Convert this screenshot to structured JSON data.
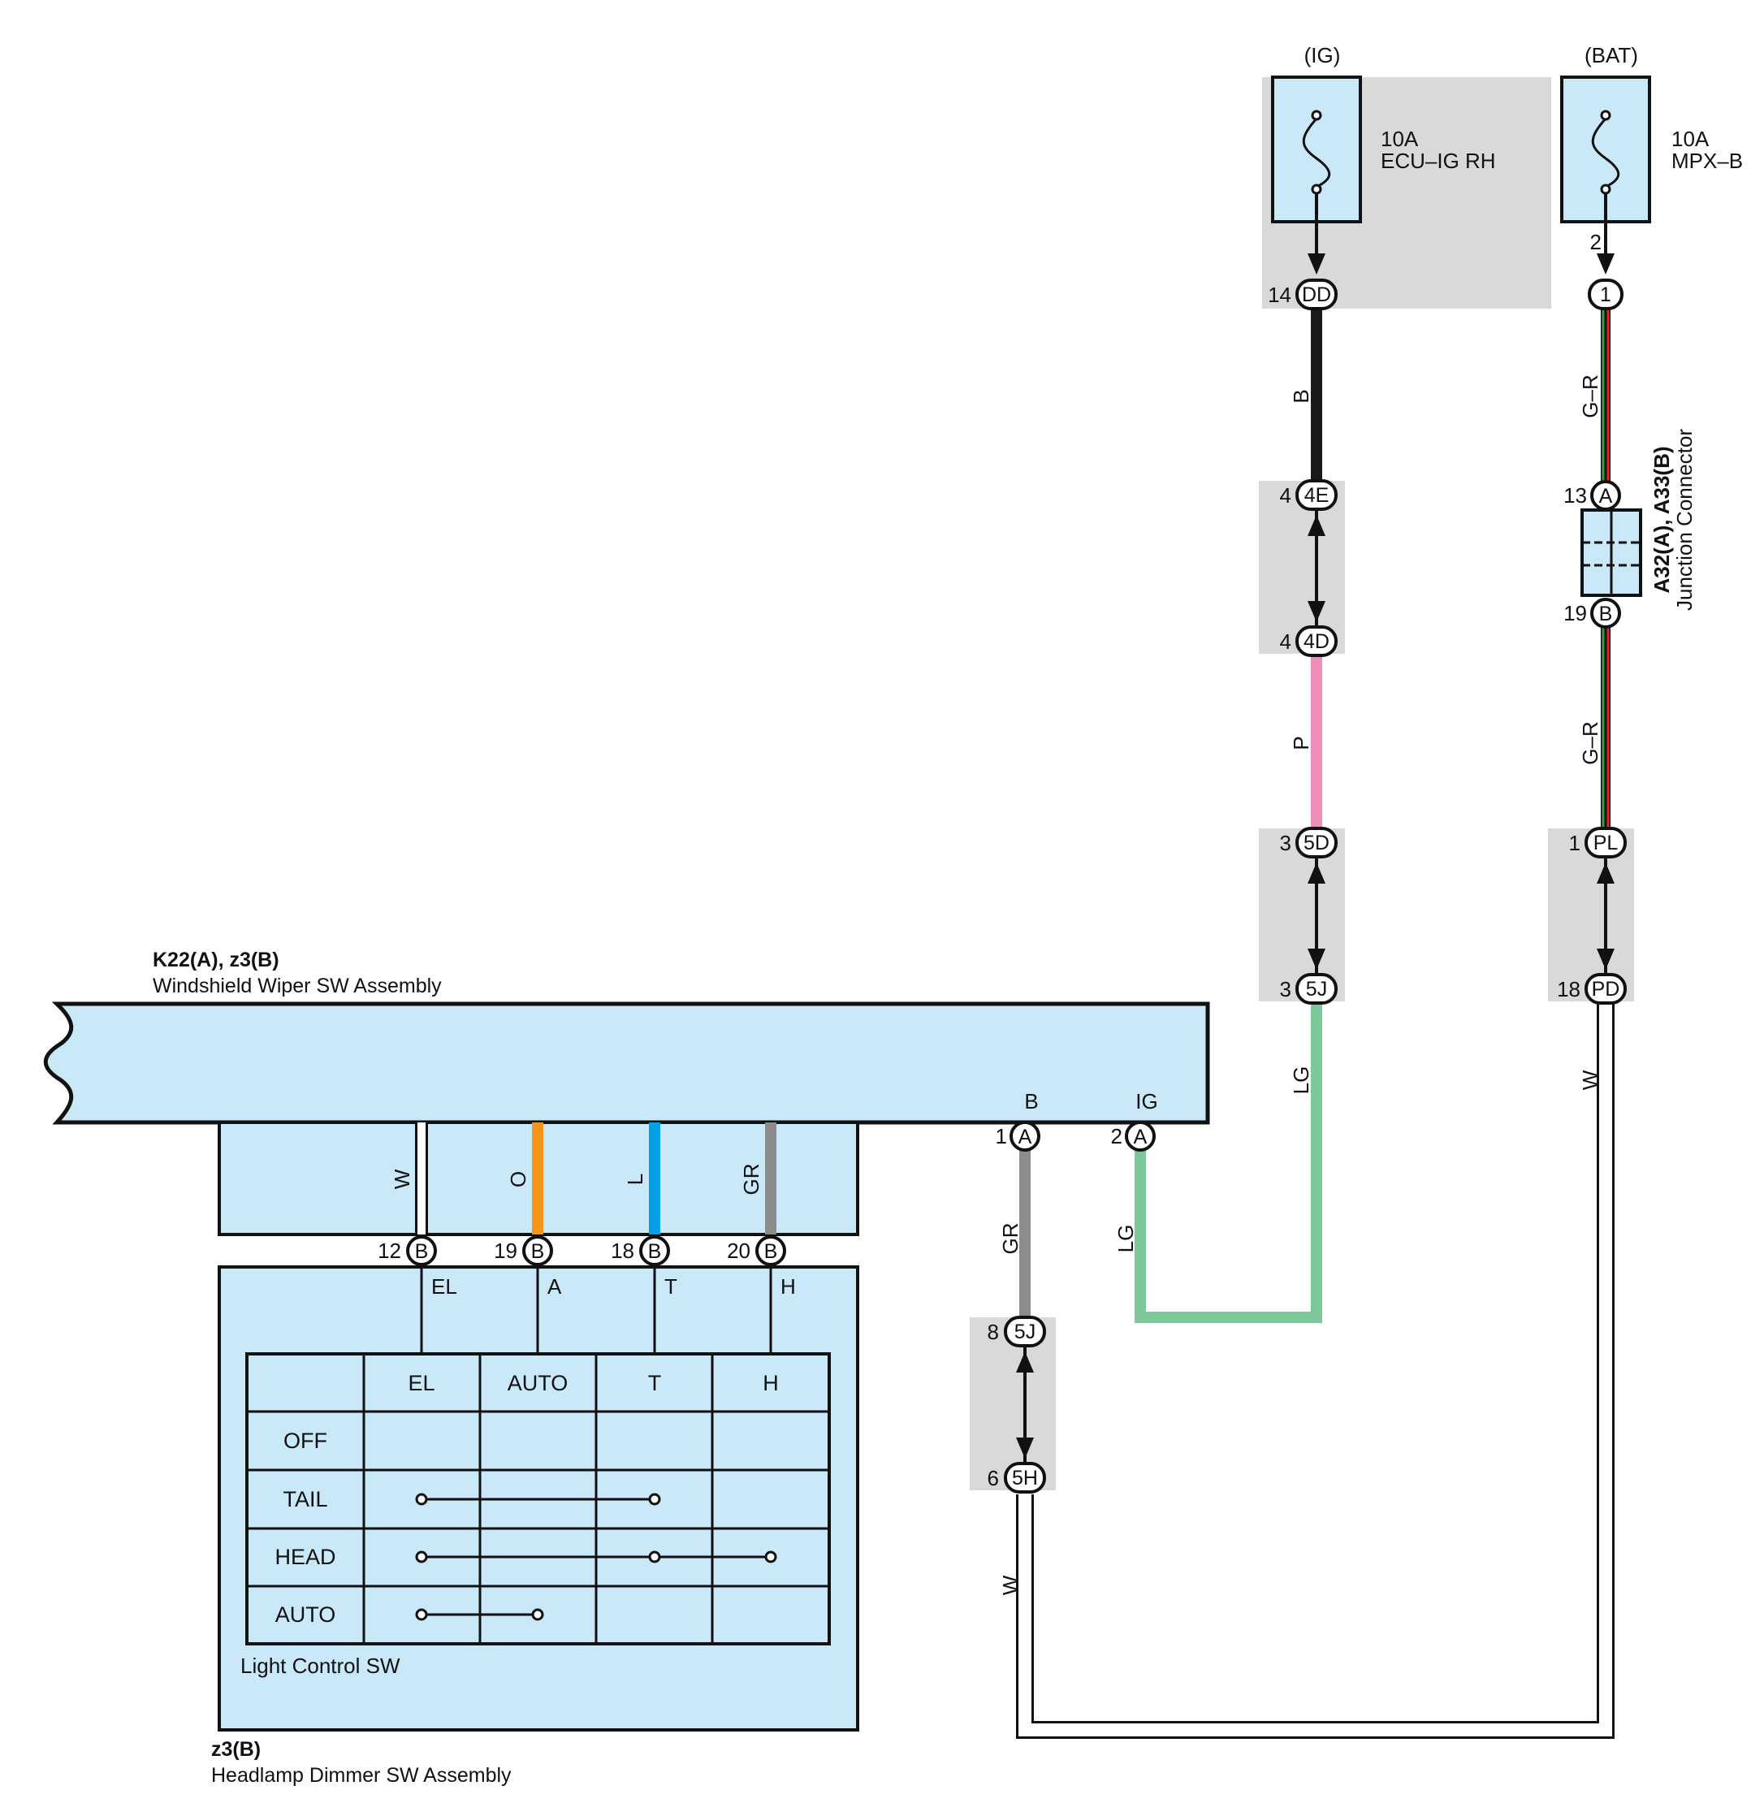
{
  "fuses": [
    {
      "source": "(IG)",
      "rating": "10A",
      "name": "ECU–IG RH",
      "pin": "14",
      "connector": "DD"
    },
    {
      "source": "(BAT)",
      "rating": "10A",
      "name": "MPX–B",
      "pin": "2",
      "connector": "1"
    }
  ],
  "wiper_assembly": {
    "code": "K22(A), z3(B)",
    "name": "Windshield Wiper SW Assembly",
    "terminal_b": "B",
    "terminal_ig": "IG"
  },
  "dimmer_assembly": {
    "code": "z3(B)",
    "name": "Headlamp Dimmer SW Assembly",
    "switch_name": "Light Control SW"
  },
  "junction": {
    "code": "A32(A), A33(B)",
    "name": "Junction Connector"
  },
  "wire_colors": {
    "B": "B",
    "P": "P",
    "LG": "LG",
    "GR": "GR",
    "W": "W",
    "O": "O",
    "L": "L",
    "G_R": "G–R"
  },
  "colors": {
    "component_fill": "#c9e8f8",
    "splice_fill": "#d9d9d9",
    "wire_black": "#1a1a1a",
    "wire_pink": "#f08cba",
    "wire_lightgreen": "#7ec79b",
    "wire_gray": "#8c8c8c",
    "wire_orange": "#f7941d",
    "wire_blue": "#00a1e4",
    "wire_green": "#2e9e4f",
    "wire_red": "#e8262c"
  },
  "connectors": {
    "dd": {
      "pin": "14",
      "id": "DD"
    },
    "bat1": {
      "pin": "2",
      "id": "1"
    },
    "c4e": {
      "pin": "4",
      "id": "4E"
    },
    "c4d": {
      "pin": "4",
      "id": "4D"
    },
    "c5d": {
      "pin": "3",
      "id": "5D"
    },
    "c5j_top": {
      "pin": "3",
      "id": "5J"
    },
    "jA": {
      "pin": "13",
      "id": "A"
    },
    "jB": {
      "pin": "19",
      "id": "B"
    },
    "pl": {
      "pin": "1",
      "id": "PL"
    },
    "pd": {
      "pin": "18",
      "id": "PD"
    },
    "wA1": {
      "pin": "1",
      "id": "A"
    },
    "wA2": {
      "pin": "2",
      "id": "A"
    },
    "b12": {
      "pin": "12",
      "id": "B"
    },
    "b19": {
      "pin": "19",
      "id": "B"
    },
    "b18": {
      "pin": "18",
      "id": "B"
    },
    "b20": {
      "pin": "20",
      "id": "B"
    },
    "c5j_bot": {
      "pin": "8",
      "id": "5J"
    },
    "c5h": {
      "pin": "6",
      "id": "5H"
    }
  },
  "terminals": {
    "el": "EL",
    "a": "A",
    "t": "T",
    "h": "H"
  },
  "switch_table": {
    "headers": [
      "",
      "EL",
      "AUTO",
      "T",
      "H"
    ],
    "rows": [
      "OFF",
      "TAIL",
      "HEAD",
      "AUTO"
    ]
  }
}
